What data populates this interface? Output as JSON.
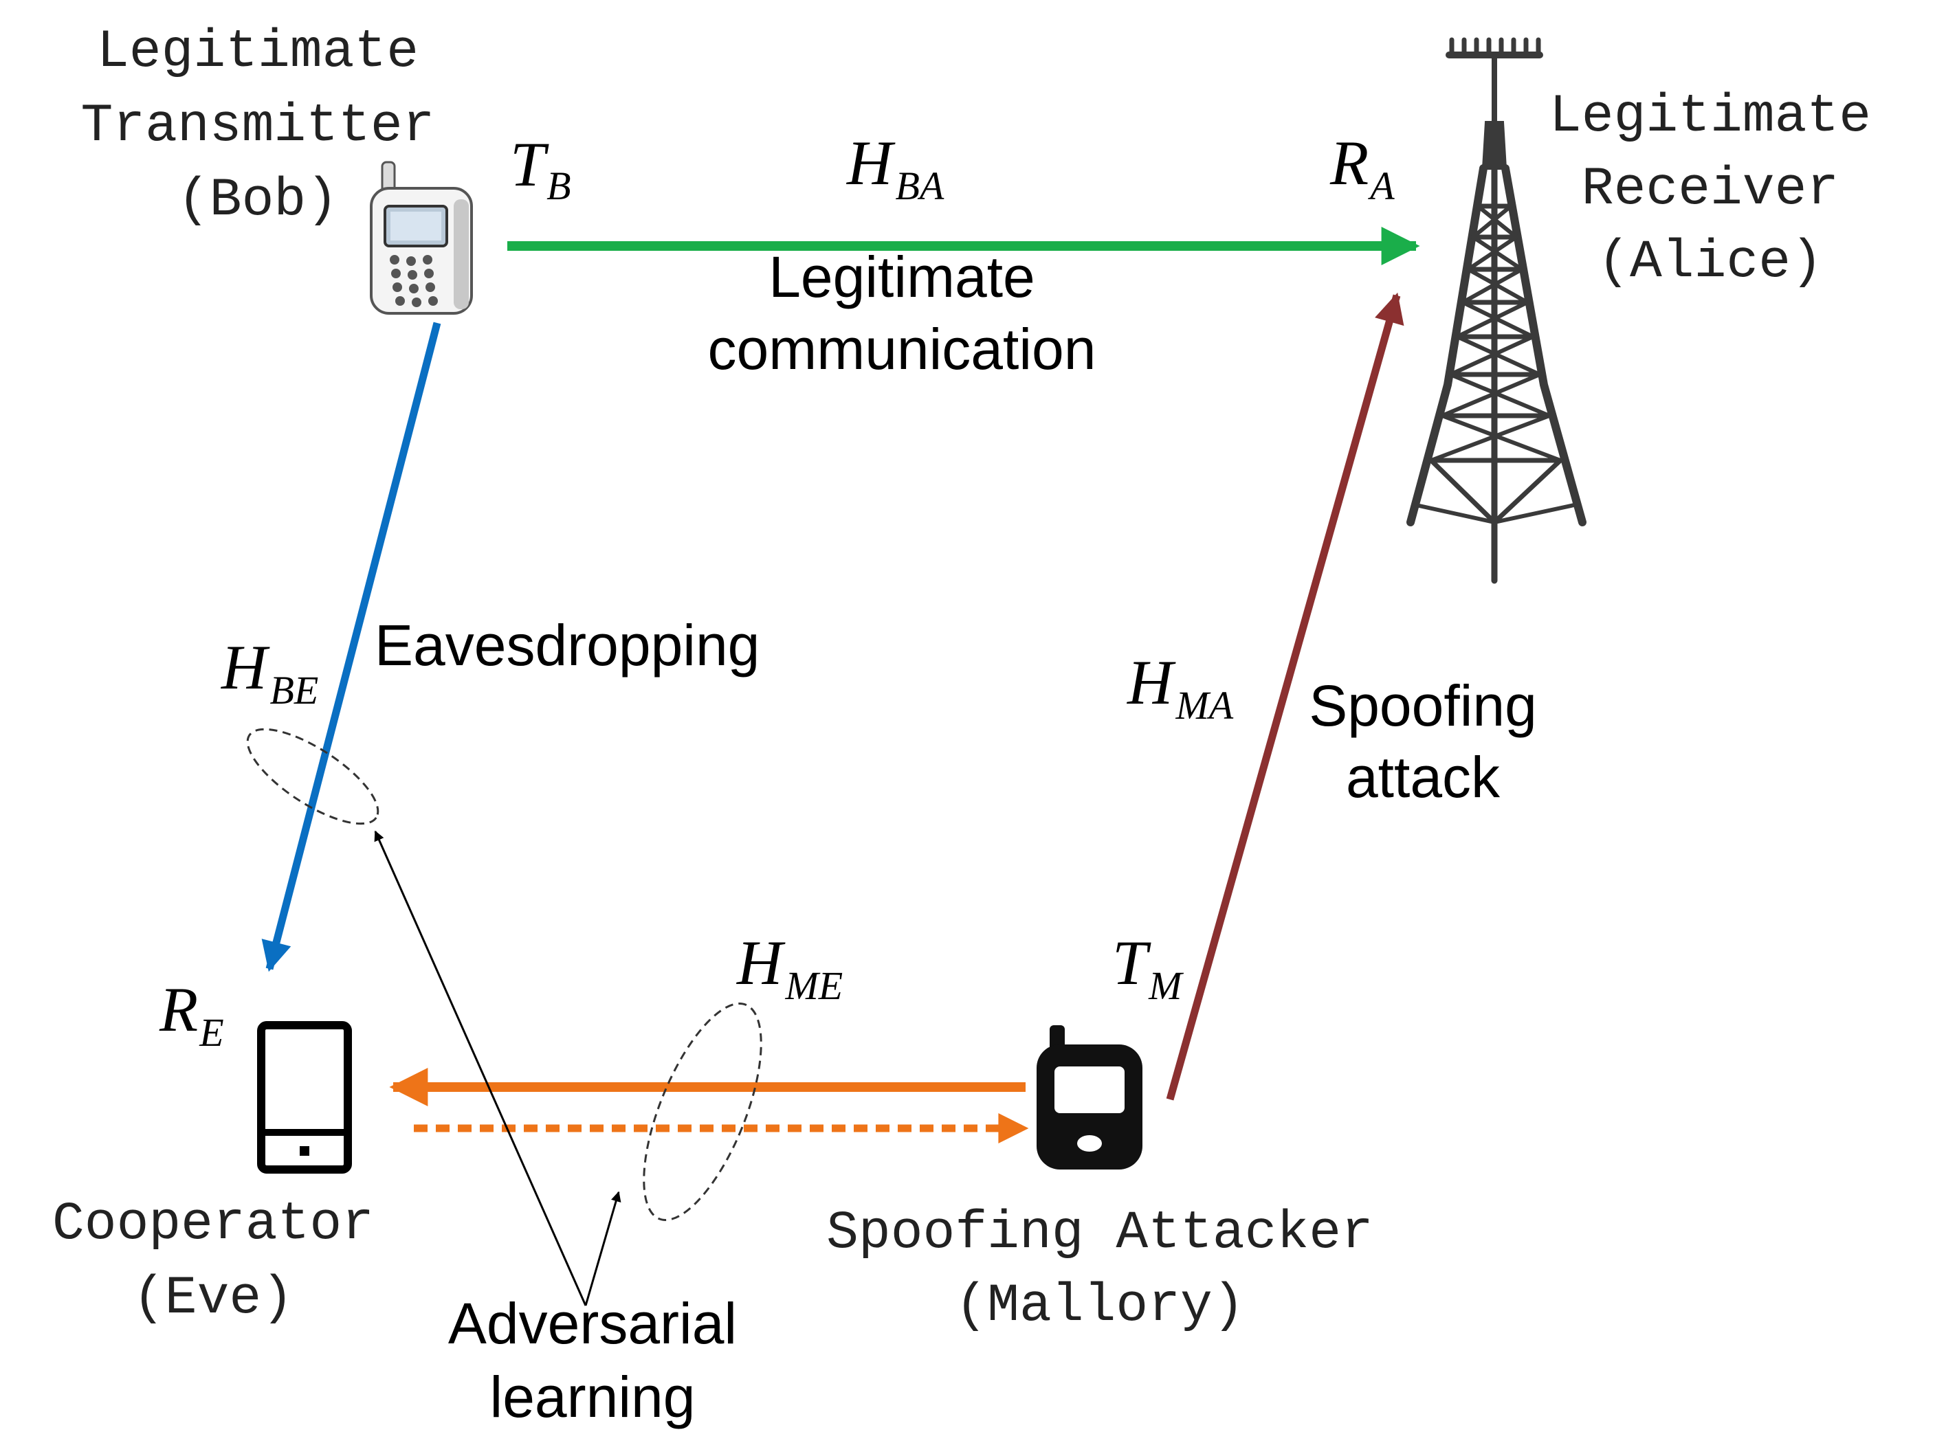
{
  "nodes": {
    "bob": {
      "label_line1": "Legitimate",
      "label_line2": "Transmitter",
      "label_line3": "(Bob)",
      "terminal": "T",
      "terminal_sub": "B"
    },
    "alice": {
      "label_line1": "Legitimate",
      "label_line2": "Receiver",
      "label_line3": "(Alice)",
      "terminal": "R",
      "terminal_sub": "A"
    },
    "eve": {
      "label_line1": "Cooperator",
      "label_line2": "(Eve)",
      "terminal": "R",
      "terminal_sub": "E"
    },
    "mallory": {
      "label_line1": "Spoofing Attacker",
      "label_line2": "(Mallory)",
      "terminal": "T",
      "terminal_sub": "M"
    }
  },
  "links": {
    "ba": {
      "channel": "H",
      "channel_sub": "BA",
      "label_line1": "Legitimate",
      "label_line2": "communication",
      "color": "#1aae4a"
    },
    "be": {
      "channel": "H",
      "channel_sub": "BE",
      "label_line1": "Eavesdropping",
      "color": "#0a6fc2"
    },
    "ma": {
      "channel": "H",
      "channel_sub": "MA",
      "label_line1": "Spoofing",
      "label_line2": "attack",
      "color": "#8b3030"
    },
    "me": {
      "channel": "H",
      "channel_sub": "ME",
      "color": "#ee7418"
    }
  },
  "annotation": {
    "label_line1": "Adversarial",
    "label_line2": "learning"
  }
}
